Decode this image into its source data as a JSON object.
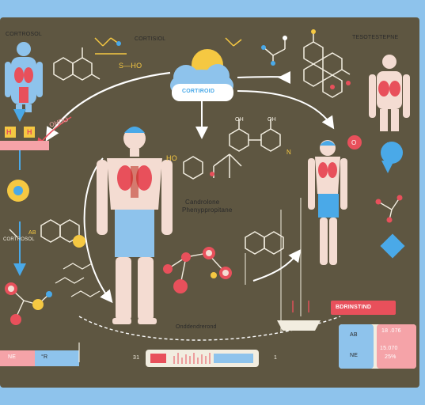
{
  "labels": {
    "cortisol_left": "CORTROSOL",
    "cortisol_center": "CORTISIOL",
    "testosterone": "TESOTESTEPNE",
    "cloud": "CORTIROID",
    "ho_top": "S—HO",
    "ho_mid": "HO",
    "ohdo": "OHDO",
    "h1": "H",
    "h2": "H",
    "oh1": "OH",
    "oh2": "OH",
    "n_label": "N",
    "o_label": "O",
    "cand_line1": "Candrolone",
    "cand_line2": "Phenyppropitane",
    "cortrosol_lower": "CORTROSOL",
    "ab": "AB",
    "ondder": "Onddendrerond",
    "num_31": "31",
    "num_1": "1",
    "binding_title": "BDRINSTIND",
    "b_ab": "AB",
    "b_ne": "NE",
    "b_val1": "18 .076",
    "b_val2": "15.070",
    "b_val3": "25%",
    "bl_ne": "NE",
    "bl_r": "°R"
  },
  "colors": {
    "board": "#5e5641",
    "frame": "#8ec3ec",
    "accent_red": "#e8505b",
    "accent_blue": "#4aa9e8",
    "accent_yellow": "#f5c842",
    "line_light": "#f2ede0"
  }
}
